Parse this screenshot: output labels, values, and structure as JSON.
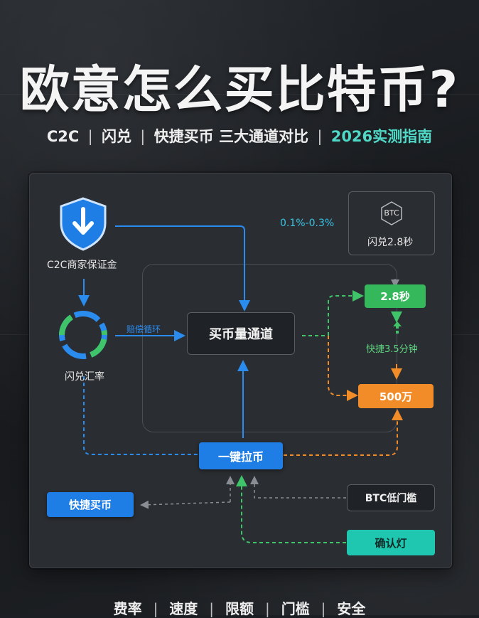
{
  "title": "欧意怎么买比特币?",
  "subtitle": {
    "items": [
      "C2C",
      "闪兑",
      "快捷买币 三大通道对比"
    ],
    "accent": "2026实测指南",
    "separator": "|"
  },
  "diagram": {
    "shield_label": "C2C商家保证金",
    "ring_label": "闪兑汇率",
    "ring_arrow_label": "赔偿循环",
    "fee_label": "0.1%-0.3%",
    "btc_badge": "BTC",
    "btc_card_label": "闪兑2.8秒",
    "center_node": "买币量通道",
    "green_node": "2.8秒",
    "quick_label": "快捷3.5分钟",
    "orange_node": "500万",
    "oneclick_node": "一键拉币",
    "quickbuy_node": "快捷买币",
    "threshold_node": "BTC低门槛",
    "confirm_node": "确认灯"
  },
  "footer": {
    "items": [
      "费率",
      "速度",
      "限额",
      "门槛",
      "安全"
    ],
    "separator": "|"
  },
  "colors": {
    "blue": "#1f7ee6",
    "green": "#35b85c",
    "orange": "#f28c28",
    "teal": "#1fc7b0",
    "accent_text": "#4fd9c6"
  }
}
